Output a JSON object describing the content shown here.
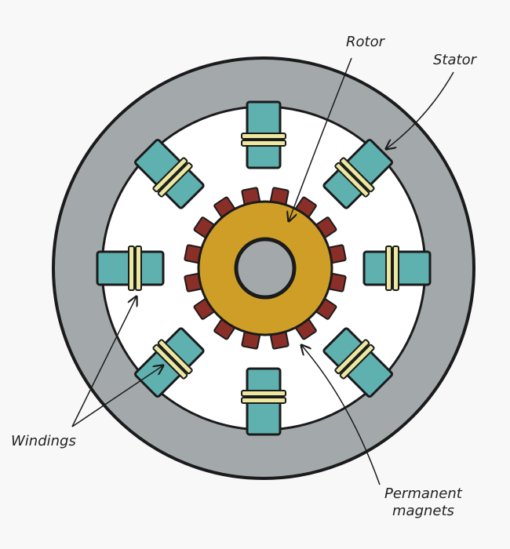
{
  "labels": {
    "rotor": "Rotor",
    "stator": "Stator",
    "windings": "Windings",
    "magnets_line1": "Permanent",
    "magnets_line2": "magnets"
  },
  "counts": {
    "stator_poles": 8,
    "permanent_magnets": 16
  },
  "colors": {
    "background": "#f8f8f8",
    "stator": "#a3a9aa",
    "air_gap": "#ffffff",
    "pole": "#5fb1b0",
    "winding": "#ece8a0",
    "rotor": "#cf9e27",
    "magnet": "#8a2f27",
    "shaft": "#a3a9aa",
    "outline": "#1b1b1b"
  }
}
